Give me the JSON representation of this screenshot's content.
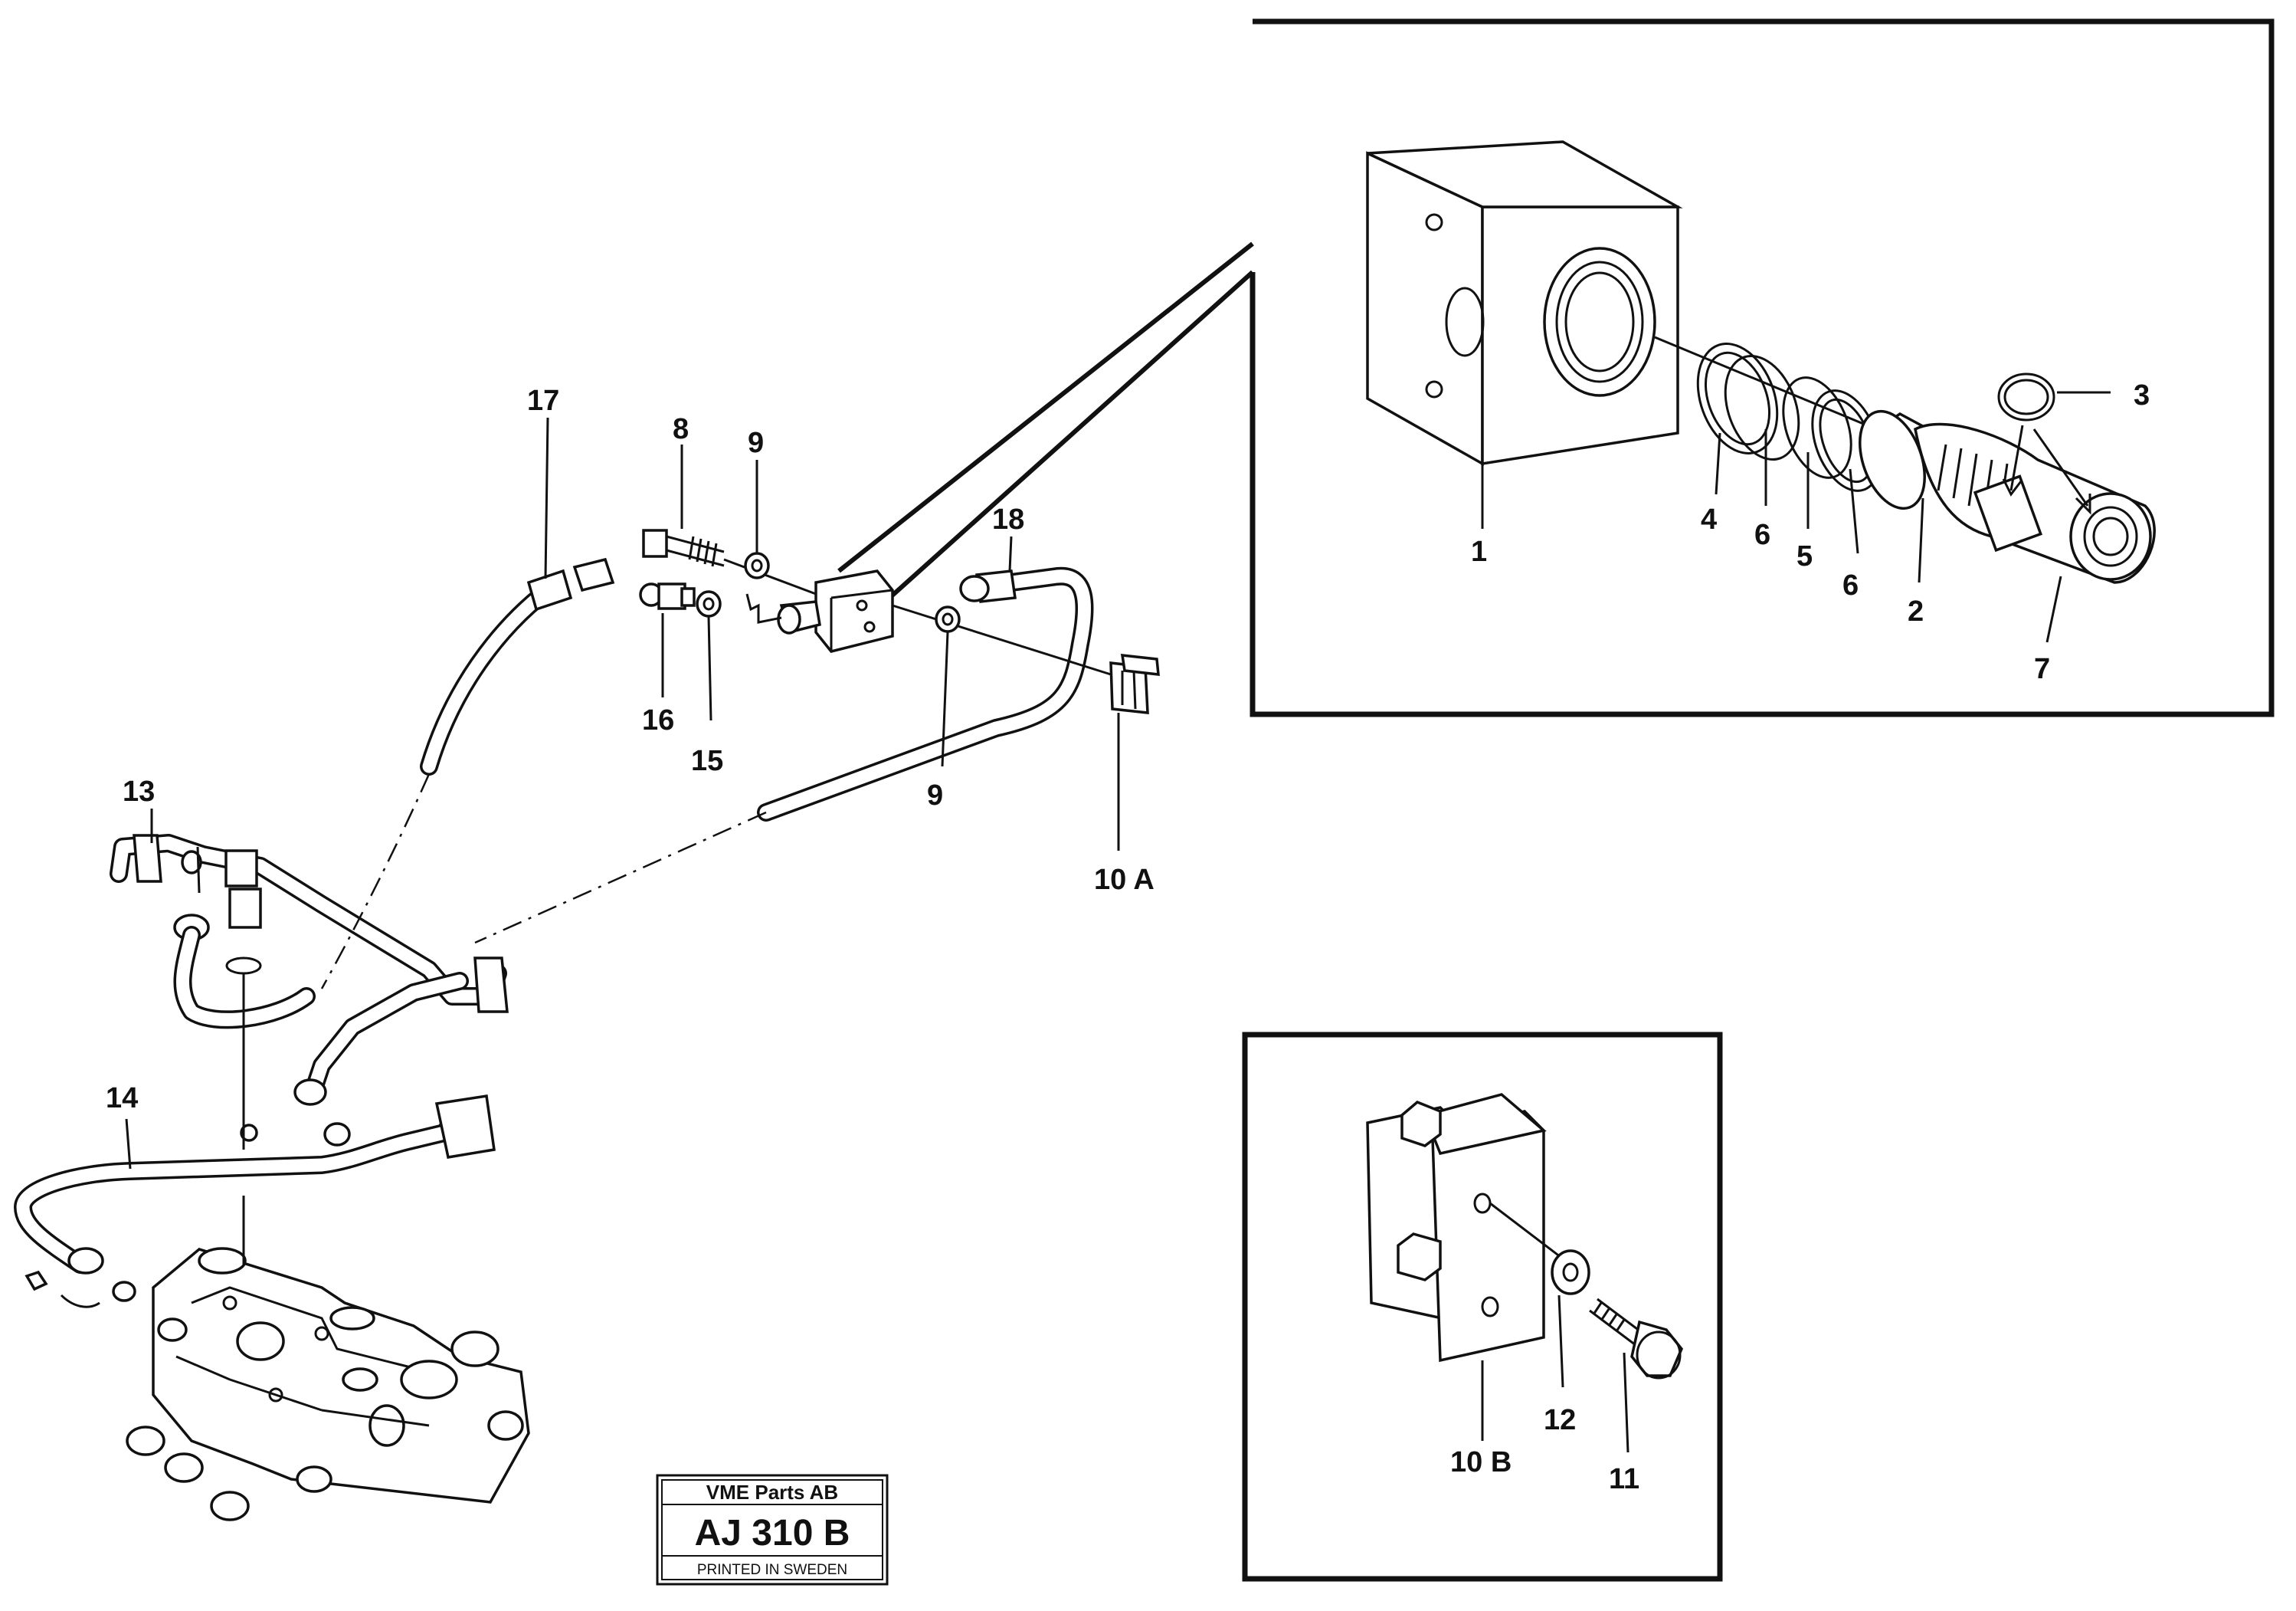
{
  "callouts": {
    "c1": "1",
    "c2": "2",
    "c3": "3",
    "c4": "4",
    "c5": "5",
    "c6a": "6",
    "c6b": "6",
    "c7": "7",
    "c8": "8",
    "c9a": "9",
    "c9b": "9",
    "c10a": "10 A",
    "c10b": "10 B",
    "c11": "11",
    "c12": "12",
    "c13": "13",
    "c14": "14",
    "c15": "15",
    "c16": "16",
    "c17": "17",
    "c18": "18"
  },
  "plate": {
    "company": "VME Parts AB",
    "code": "AJ 310 B",
    "footer": "PRINTED IN SWEDEN"
  }
}
